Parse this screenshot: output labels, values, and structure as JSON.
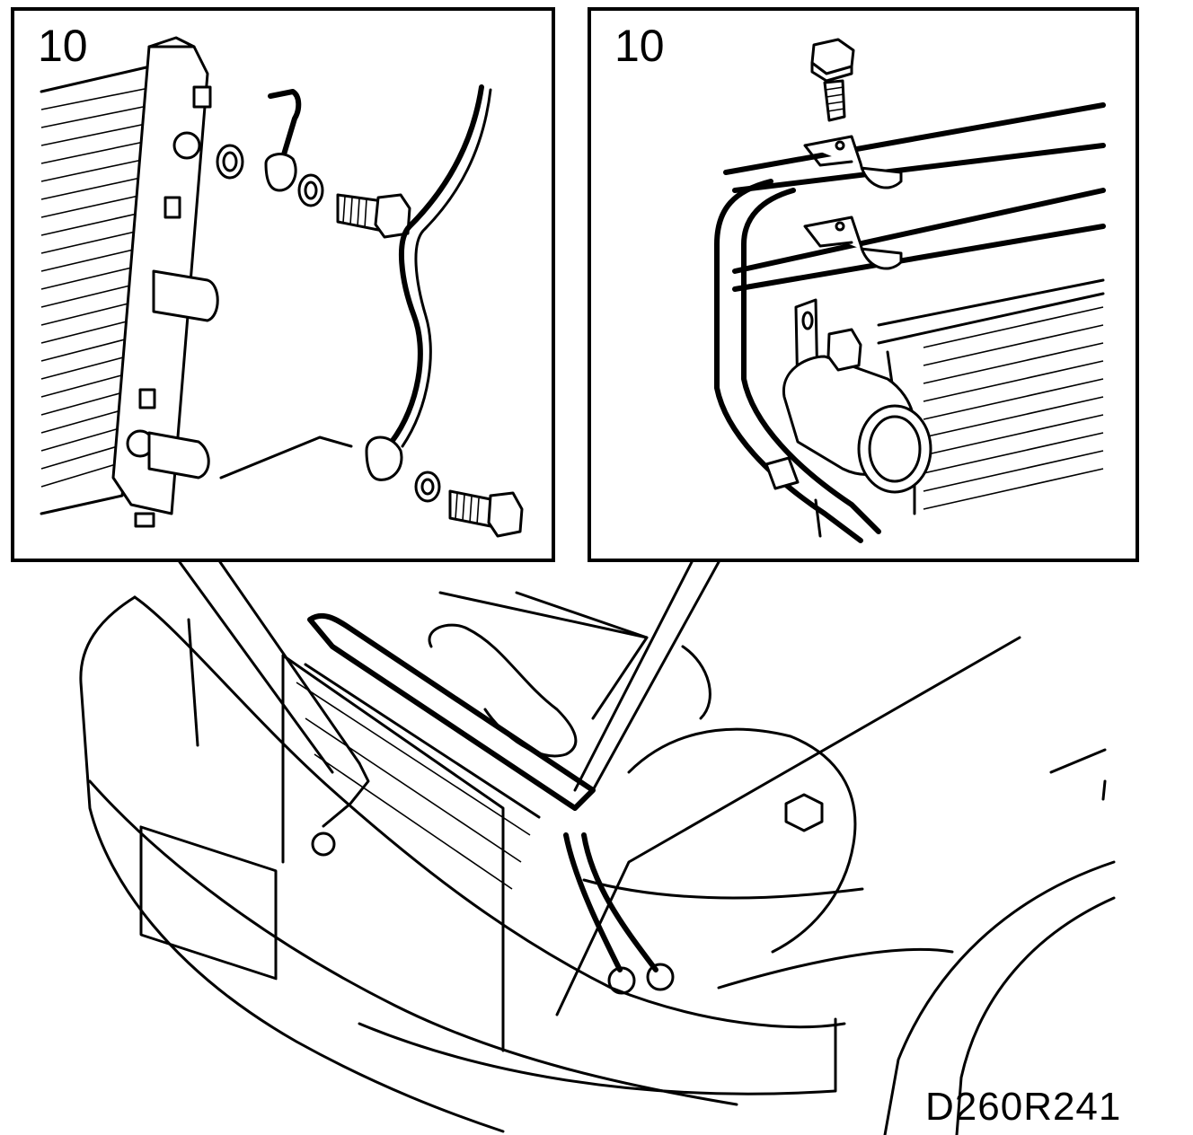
{
  "left_detail": {
    "step_number": "10"
  },
  "right_detail": {
    "step_number": "10"
  },
  "figure": {
    "reference_code": "D260R241"
  },
  "colors": {
    "ink": "#000000",
    "paper": "#ffffff"
  }
}
